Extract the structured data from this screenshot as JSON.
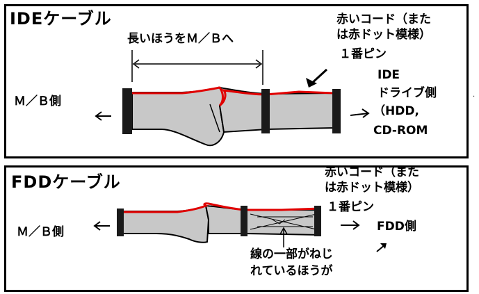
{
  "ide": {
    "title": "IDEケーブル",
    "long_side_label": "長いほうをＭ／Ｂへ",
    "mb_side_label": "Ｍ／Ｂ側",
    "red_wire_note_line1": "赤いコード（また",
    "red_wire_note_line2": "は赤ドット模様）",
    "pin1_label": "１番ピン",
    "drive_label_line1": "IDE",
    "drive_label_line2": "ドライブ側",
    "drive_label_line3": "（HDD,",
    "drive_label_line4": "CD-ROM"
  },
  "fdd": {
    "title": "FDDケーブル",
    "mb_side_label": "Ｍ／Ｂ側",
    "red_wire_note_line1": "赤いコード（また",
    "red_wire_note_line2": "は赤ドット模様）",
    "pin1_label": "１番ピン",
    "drive_label": "FDD側",
    "twist_note_line1": "線の一部がねじ",
    "twist_note_line2": "れているほうが"
  },
  "colors": {
    "cable_fill": "#c8c8c8",
    "red_wire": "#e00000",
    "connector": "#1a1a1a",
    "border": "#000000"
  }
}
